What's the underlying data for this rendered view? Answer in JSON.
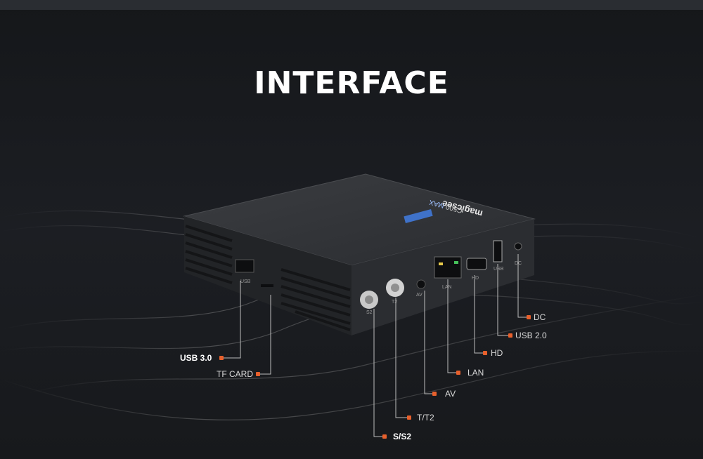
{
  "title": "INTERFACE",
  "accent_color": "#e8602c",
  "device": {
    "brand": "magicsee",
    "model": "C500",
    "badge": "MAX",
    "port_prints": [
      "USB",
      "S2",
      "T2",
      "AV",
      "LAN",
      "HD",
      "USB",
      "DC"
    ]
  },
  "callouts": [
    {
      "id": "usb3",
      "text": "USB 3.0"
    },
    {
      "id": "tf",
      "text": "TF CARD"
    },
    {
      "id": "dc",
      "text": "DC"
    },
    {
      "id": "usb2",
      "text": "USB 2.0"
    },
    {
      "id": "hd",
      "text": "HD"
    },
    {
      "id": "lan",
      "text": "LAN"
    },
    {
      "id": "av",
      "text": "AV"
    },
    {
      "id": "t2",
      "text": "T/T2"
    },
    {
      "id": "s2",
      "text": "S/S2"
    }
  ]
}
